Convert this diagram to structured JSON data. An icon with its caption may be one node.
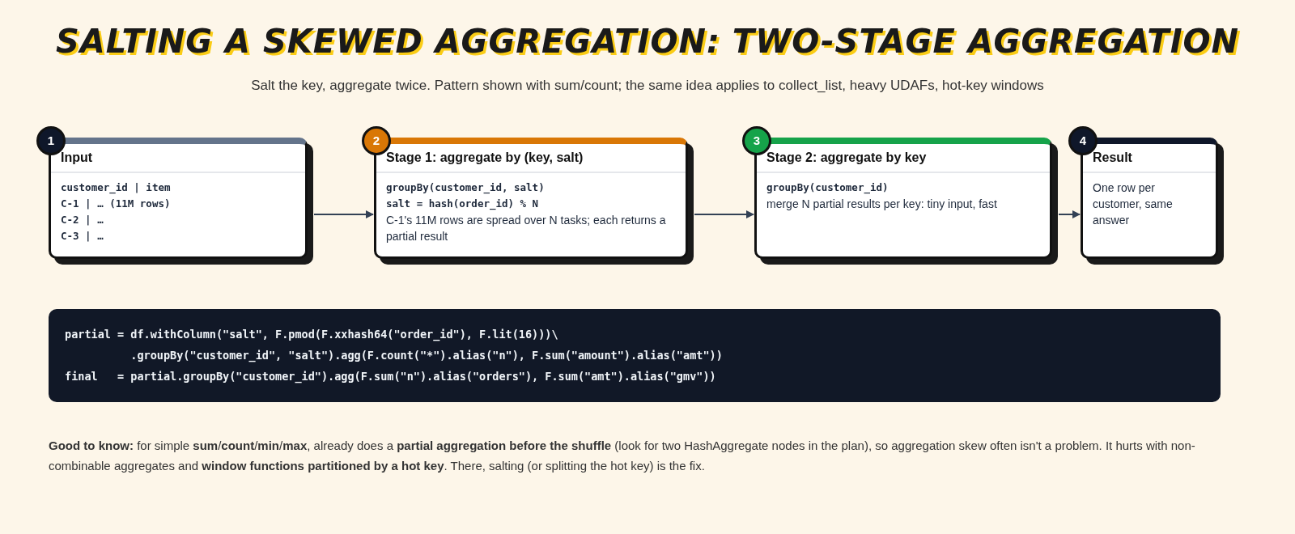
{
  "diagram": {
    "title": "SALTING A SKEWED AGGREGATION: TWO-STAGE AGGREGATION",
    "nodes": [
      {
        "text": [
          "1",
          "Input",
          "customer_id | item",
          "C-1 | … (11M rows)",
          "C-2 | …",
          "C-3 | …"
        ]
      },
      {
        "text": [
          "2",
          "Stage 1: aggregate by (key, salt)",
          "groupBy(customer_id, salt)",
          "salt = hash(order_id) % N",
          "C-1's 11M rows are spread over N tasks; each returns a partial result"
        ]
      },
      {
        "text": [
          "3",
          "Stage 2: aggregate by key",
          "groupBy(customer_id)",
          "merge N partial results per key: tiny input, fast"
        ]
      },
      {
        "text": [
          "4",
          "Result",
          "One row per customer, same answer"
        ]
      }
    ],
    "edges": [
      {
        "from": 0,
        "to": 1,
        "arrow": "to"
      },
      {
        "from": 1,
        "to": 2,
        "arrow": "to"
      },
      {
        "from": 2,
        "to": 3,
        "arrow": "to"
      }
    ],
    "labels": [
      "Salt the key, aggregate twice. Pattern shown with sum/count; the same idea applies to collect_list, heavy UDAFs, hot-key windows",
      "partial = df.withColumn(\"salt\", F.pmod(F.xxhash64(\"order_id\"), F.lit(16)))\\",
      "          .groupBy(\"customer_id\", \"salt\").agg(F.count(\"*\").alias(\"n\"), F.sum(\"amount\").alias(\"amt\"))",
      "final   = partial.groupBy(\"customer_id\").agg(F.sum(\"n\").alias(\"orders\"), F.sum(\"amt\").alias(\"gmv\"))",
      "**Good to know:** for simple **sum**/**count**/**min**/**max**, already does a **partial aggregation before the shuffle** (look for two HashAggregate nodes in the plan), so aggregation skew often isn't a problem. It hurts with non-combinable aggregates and **window functions partitioned by a hot key**. There, salting (or splitting the hot key) is the fix."
    ]
  }
}
